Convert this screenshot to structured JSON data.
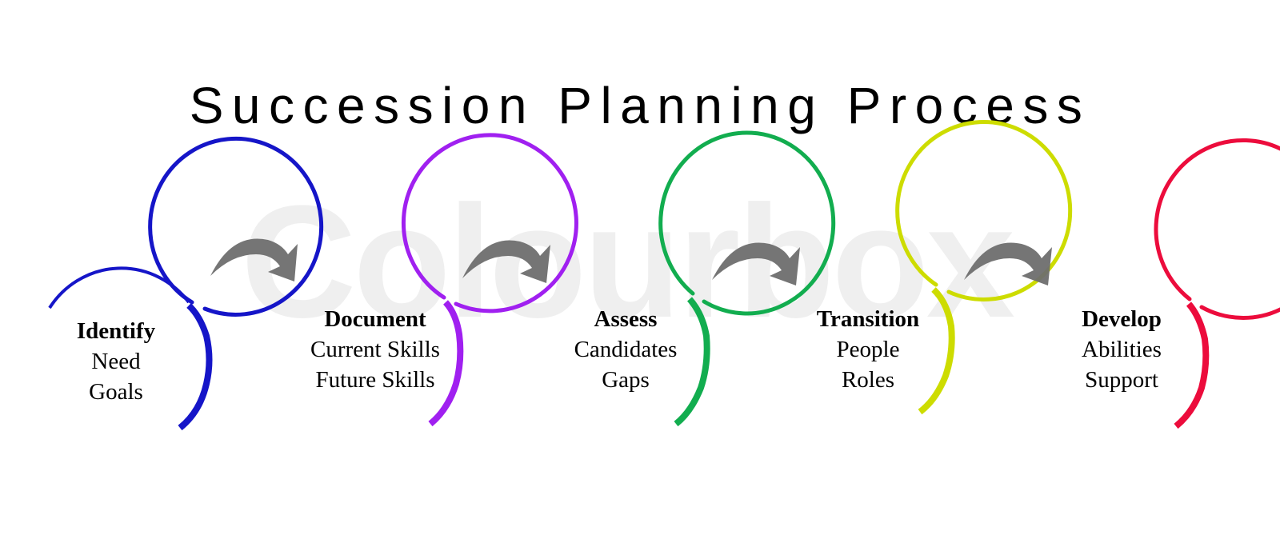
{
  "diagram": {
    "title": "Succession Planning Process",
    "watermark": "Colourbox",
    "arrow_color": "#6e6e6e",
    "steps": [
      {
        "heading": "Identify",
        "lines": [
          "Need",
          "Goals"
        ],
        "color": "#1515c8"
      },
      {
        "heading": "Document",
        "lines": [
          "Current Skills",
          "Future Skills"
        ],
        "color": "#a020f0"
      },
      {
        "heading": "Assess",
        "lines": [
          "Candidates",
          "Gaps"
        ],
        "color": "#12ad4f"
      },
      {
        "heading": "Transition",
        "lines": [
          "People",
          "Roles"
        ],
        "color": "#cddc00"
      },
      {
        "heading": "Develop",
        "lines": [
          "Abilities",
          "Support"
        ],
        "color": "#ec0c3c"
      }
    ]
  }
}
